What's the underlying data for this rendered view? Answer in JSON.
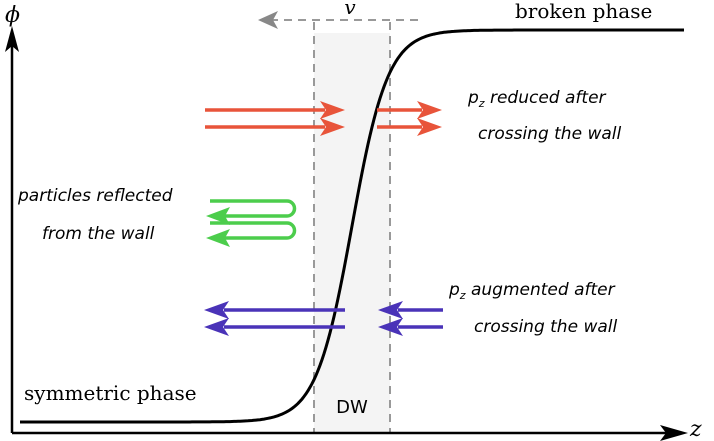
{
  "axes": {
    "y_label": "ϕ",
    "x_label": "z"
  },
  "phases": {
    "broken": "broken phase",
    "symmetric": "symmetric phase"
  },
  "wall": {
    "label": "DW",
    "velocity_label": "v"
  },
  "annotations": {
    "reduced": {
      "p": "p",
      "sub": "z",
      "line1_rest": " reduced after",
      "line2": "crossing the wall"
    },
    "reflected": {
      "line1": "particles reflected",
      "line2": "from the wall"
    },
    "augmented": {
      "p": "p",
      "sub": "z",
      "line1_rest": " augmented after",
      "line2": "crossing the wall"
    }
  },
  "colors": {
    "transmitted_right": "#e8543a",
    "reflected": "#4ccd4c",
    "transmitted_left": "#4a33b8",
    "wall_fill": "#f4f4f4",
    "wall_border": "#999999",
    "curve": "#000000"
  }
}
